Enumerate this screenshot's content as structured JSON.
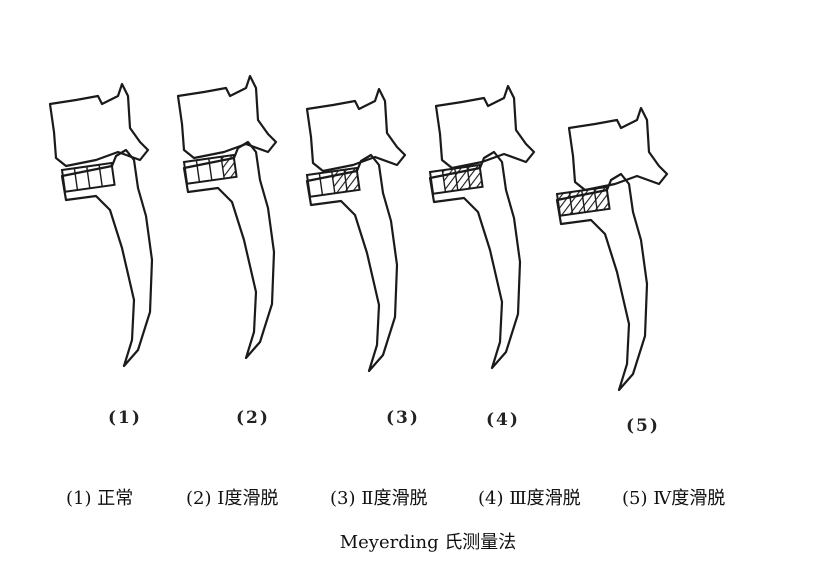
{
  "labels": [
    "(1)",
    "(2)",
    "(3)",
    "(4)",
    "(5)"
  ],
  "captions": [
    "(1) 正常",
    "(2) Ⅰ度滑脱",
    "(3) Ⅱ度滑脱",
    "(4) Ⅲ度滑脱",
    "(5) Ⅳ度滑脱"
  ],
  "title": "Meyerding 氏测量法",
  "grades": [
    {
      "slip_quarters": 0
    },
    {
      "slip_quarters": 1
    },
    {
      "slip_quarters": 2
    },
    {
      "slip_quarters": 3
    },
    {
      "slip_quarters": 4
    }
  ]
}
